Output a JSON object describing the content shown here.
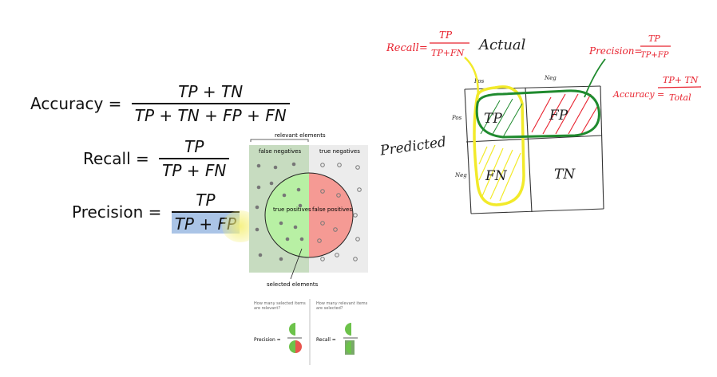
{
  "formulas": {
    "accuracy": {
      "lhs": "Accuracy = ",
      "numerator": "TP + TN",
      "denominator": "TP + TN + FP + FN"
    },
    "recall": {
      "lhs": "Recall = ",
      "numerator": "TP",
      "denominator": "TP + FN"
    },
    "precision": {
      "lhs": "Precision = ",
      "numerator": "TP",
      "denominator": "TP + FP"
    }
  },
  "venn": {
    "relevant_label": "relevant elements",
    "false_negatives": "false negatives",
    "true_negatives": "true negatives",
    "true_positives": "true positives",
    "false_positives": "false positives",
    "selected_label": "selected elements",
    "precision_question": "How many selected items are relevant?",
    "recall_question": "How many relevant items are selected?",
    "precision_label": "Precision =",
    "recall_label": "Recall ="
  },
  "handwritten": {
    "recall_lhs": "Recall=",
    "recall_num": "TP",
    "recall_den": "TP+FN",
    "actual": "Actual",
    "precision_lhs": "Precision=",
    "precision_num": "TP",
    "precision_den": "TP+FP",
    "accuracy_lhs": "Accuracy =",
    "accuracy_num": "TP+ TN",
    "accuracy_den": "Total",
    "predicted": "Predicted",
    "pos_col": "Pos",
    "neg_col": "Neg",
    "pos_row": "Pos",
    "neg_row": "Neg",
    "tp": "TP",
    "fp": "FP",
    "fn": "FN",
    "tn": "TN"
  },
  "colors": {
    "red_ink": "#e8232f",
    "green_ink": "#1f8a2e",
    "yellow_ink": "#f2ea2a",
    "venn_green": "#b8f0a4",
    "venn_red": "#f59a94",
    "venn_relevant_bg": "#c7dcc0",
    "venn_bg": "#ececec"
  }
}
